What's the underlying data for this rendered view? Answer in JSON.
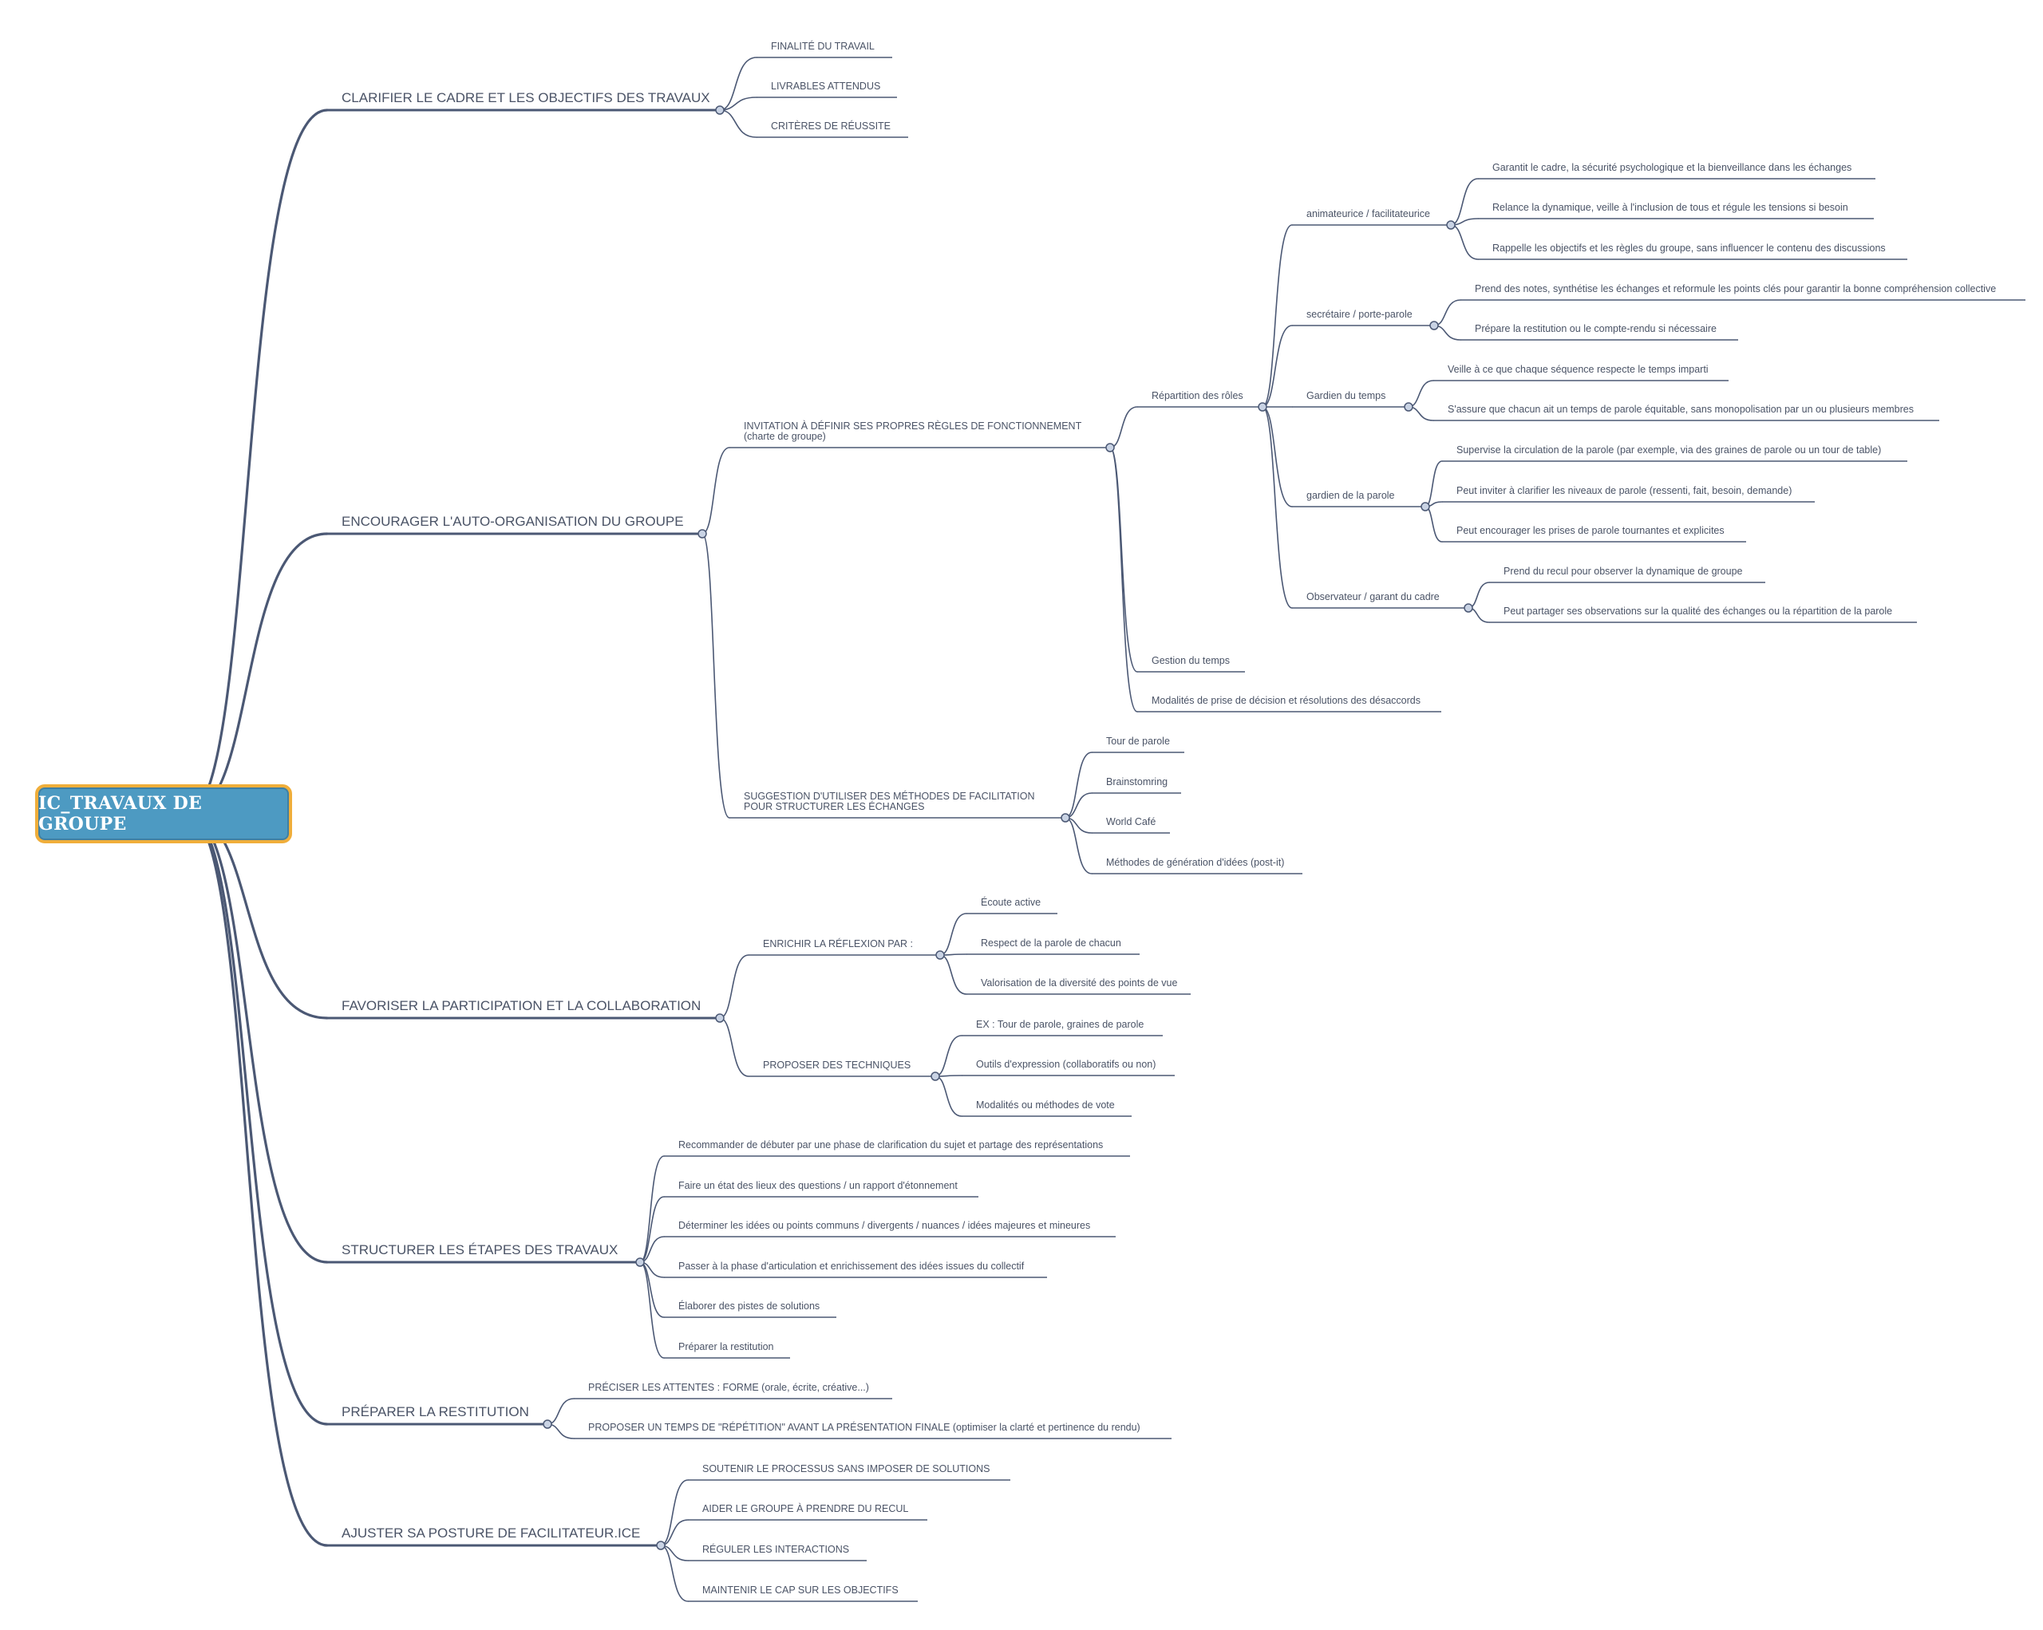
{
  "root": "IC_TRAVAUX DE GROUPE",
  "colors": {
    "line": "#4b5874",
    "text": "#4a5366",
    "root_fill": "#4d9ac2",
    "root_border": "#f0ae3a"
  },
  "branches": [
    {
      "label": "CLARIFIER LE CADRE ET LES OBJECTIFS DES TRAVAUX",
      "children": [
        {
          "label": "FINALITÉ DU TRAVAIL"
        },
        {
          "label": "LIVRABLES ATTENDUS"
        },
        {
          "label": "CRITÈRES DE RÉUSSITE"
        }
      ]
    },
    {
      "label": "ENCOURAGER L'AUTO-ORGANISATION DU GROUPE",
      "children": [
        {
          "label": "INVITATION À DÉFINIR SES PROPRES RÈGLES DE FONCTIONNEMENT\n(charte de groupe)",
          "children": [
            {
              "label": "Répartition des rôles",
              "children": [
                {
                  "label": "animateurice / facilitateurice",
                  "children": [
                    {
                      "label": "Garantit le cadre, la sécurité psychologique et la bienveillance dans les échanges"
                    },
                    {
                      "label": "Relance la dynamique, veille à l'inclusion de tous et régule les tensions si besoin"
                    },
                    {
                      "label": "Rappelle les objectifs et les règles du groupe, sans influencer le contenu des discussions"
                    }
                  ]
                },
                {
                  "label": "secrétaire / porte-parole",
                  "children": [
                    {
                      "label": "Prend des notes, synthétise les échanges et reformule les points clés pour garantir la bonne compréhension collective"
                    },
                    {
                      "label": "Prépare la restitution ou le compte-rendu si nécessaire"
                    }
                  ]
                },
                {
                  "label": "Gardien du temps",
                  "children": [
                    {
                      "label": "Veille à ce que chaque séquence respecte le temps imparti"
                    },
                    {
                      "label": "S'assure que chacun ait un temps de parole équitable, sans monopolisation par un ou plusieurs membres"
                    }
                  ]
                },
                {
                  "label": "gardien de la parole",
                  "children": [
                    {
                      "label": "Supervise la circulation de la parole (par exemple, via des graines de parole ou un tour de table)"
                    },
                    {
                      "label": "Peut inviter à clarifier les niveaux de parole (ressenti, fait, besoin, demande)"
                    },
                    {
                      "label": "Peut encourager les prises de parole tournantes et explicites"
                    }
                  ]
                },
                {
                  "label": "Observateur / garant du cadre",
                  "children": [
                    {
                      "label": "Prend du recul pour observer la dynamique de groupe"
                    },
                    {
                      "label": "Peut partager ses observations sur la qualité des échanges ou la répartition de la parole"
                    }
                  ]
                }
              ]
            },
            {
              "label": "Gestion du temps"
            },
            {
              "label": "Modalités de prise de décision et résolutions des désaccords"
            }
          ]
        },
        {
          "label": "SUGGESTION D'UTILISER DES MÉTHODES DE FACILITATION\nPOUR STRUCTURER LES ÉCHANGES",
          "children": [
            {
              "label": "Tour de parole"
            },
            {
              "label": "Brainstomring"
            },
            {
              "label": "World Café"
            },
            {
              "label": "Méthodes de génération d'idées (post-it)"
            }
          ]
        }
      ]
    },
    {
      "label": "FAVORISER LA PARTICIPATION ET LA COLLABORATION",
      "children": [
        {
          "label": "ENRICHIR LA RÉFLEXION PAR :",
          "children": [
            {
              "label": "Écoute active"
            },
            {
              "label": "Respect de la parole de chacun"
            },
            {
              "label": "Valorisation de la diversité des points de vue"
            }
          ]
        },
        {
          "label": "PROPOSER DES TECHNIQUES",
          "children": [
            {
              "label": "EX : Tour de parole, graines de parole"
            },
            {
              "label": "Outils d'expression (collaboratifs ou non)"
            },
            {
              "label": "Modalités ou méthodes de vote"
            }
          ]
        }
      ]
    },
    {
      "label": "STRUCTURER LES ÉTAPES DES TRAVAUX",
      "children": [
        {
          "label": "Recommander de débuter par une phase de clarification du sujet et partage des représentations"
        },
        {
          "label": "Faire un état des lieux des questions / un rapport d'étonnement"
        },
        {
          "label": "Déterminer les idées ou points communs / divergents / nuances / idées majeures et mineures"
        },
        {
          "label": "Passer à la phase d'articulation et enrichissement des idées issues du collectif"
        },
        {
          "label": "Élaborer des pistes de solutions"
        },
        {
          "label": "Préparer la restitution"
        }
      ]
    },
    {
      "label": "PRÉPARER LA RESTITUTION",
      "children": [
        {
          "label": "PRÉCISER LES ATTENTES : FORME (orale, écrite, créative...)"
        },
        {
          "label": "PROPOSER UN TEMPS DE \"RÉPÉTITION\" AVANT LA PRÉSENTATION FINALE (optimiser la clarté et pertinence du rendu)"
        }
      ]
    },
    {
      "label": "AJUSTER SA POSTURE DE FACILITATEUR.ICE",
      "children": [
        {
          "label": "SOUTENIR LE PROCESSUS SANS IMPOSER DE SOLUTIONS"
        },
        {
          "label": "AIDER LE GROUPE À PRENDRE DU RECUL"
        },
        {
          "label": "RÉGULER LES INTERACTIONS"
        },
        {
          "label": "MAINTENIR LE CAP SUR LES OBJECTIFS"
        }
      ]
    }
  ]
}
